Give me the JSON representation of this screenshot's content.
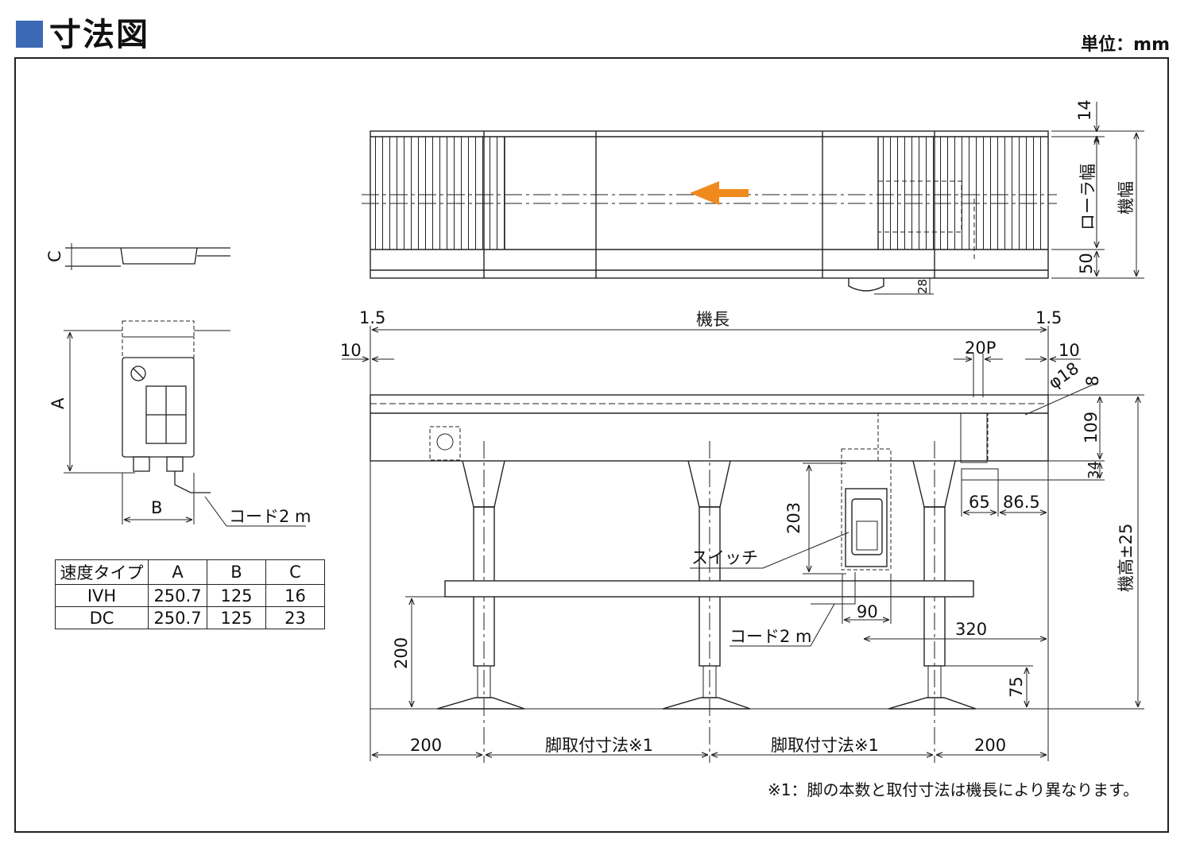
{
  "header": {
    "title": "寸法図",
    "unit": "単位：mm",
    "accent_color": "#3b69b4"
  },
  "dimensions": {
    "d14": "14",
    "roller_width": "ローラ幅",
    "machine_width": "機幅",
    "d50": "50",
    "d28": "28",
    "d1_5_left": "1.5",
    "machine_length": "機長",
    "d1_5_right": "1.5",
    "d10_left": "10",
    "d20p": "20P",
    "d10_right": "10",
    "phi18": "φ18",
    "d8": "8",
    "d109": "109",
    "d34": "34",
    "d65": "65",
    "d86_5": "86.5",
    "d203": "203",
    "machine_height": "機高±25",
    "d90": "90",
    "d320": "320",
    "d200_height": "200",
    "d75": "75",
    "bottom_200_left": "200",
    "leg_pitch_1": "脚取付寸法※1",
    "leg_pitch_2": "脚取付寸法※1",
    "bottom_200_right": "200",
    "c_label": "C",
    "a_label": "A",
    "b_label": "B"
  },
  "callouts": {
    "switch": "スイッチ",
    "cord_left": "コード2 m",
    "cord_main": "コード2 m"
  },
  "spec_table": {
    "headers": [
      "速度タイプ",
      "A",
      "B",
      "C"
    ],
    "rows": [
      [
        "IVH",
        "250.7",
        "125",
        "16"
      ],
      [
        "DC",
        "250.7",
        "125",
        "23"
      ]
    ]
  },
  "footnote": "※1：脚の本数と取付寸法は機長により異なります。",
  "colors": {
    "arrow": "#f08a1c",
    "line": "#222222"
  }
}
